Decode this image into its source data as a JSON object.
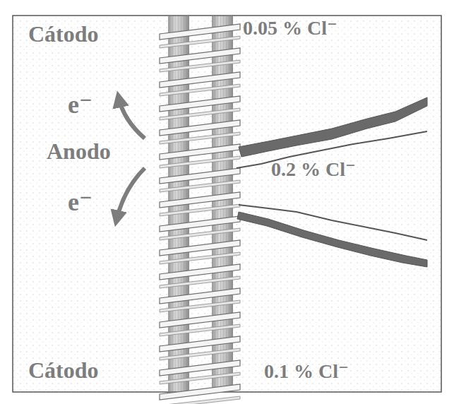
{
  "diagram": {
    "labels": [
      "Cátodo",
      "0.05 % Cl⁻",
      "e⁻",
      "Anodo",
      "0.2 % Cl⁻",
      "e⁻",
      "Cátodo",
      "0.1 % Cl⁻"
    ]
  }
}
